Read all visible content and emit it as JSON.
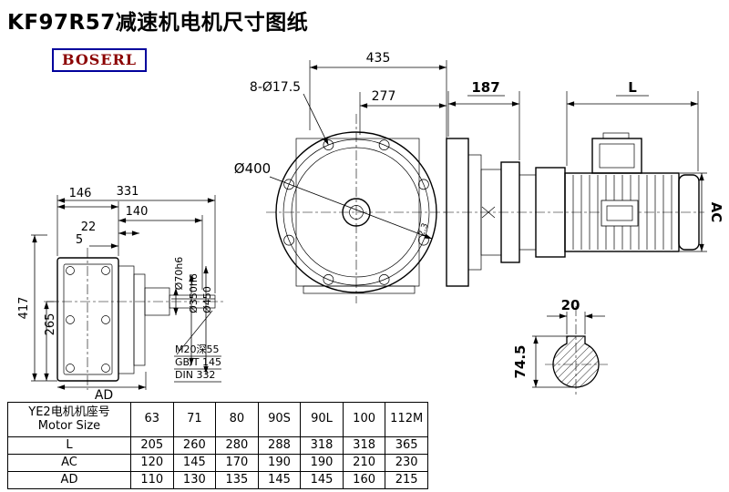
{
  "page": {
    "title": "KF97R57减速机电机尺寸图纸",
    "brand": "BOSERL"
  },
  "drawing": {
    "dim_435": "435",
    "dim_bolt_holes": "8-Ø17.5",
    "dim_277": "277",
    "dim_400": "Ø400",
    "dim_187": "187",
    "dim_L": "L",
    "dim_AC": "AC",
    "surface_mark": "2.3",
    "dim_146": "146",
    "dim_331": "331",
    "dim_140": "140",
    "dim_22": "22",
    "dim_5": "5",
    "dim_417": "417",
    "dim_265": "265",
    "dim_AD": "AD",
    "dim_shaft": "Ø70h6",
    "dim_spigot": "Ø350h6",
    "dim_flange": "Ø450",
    "thread_spec": "M20深55",
    "standard_gb": "GB/T 145",
    "standard_din": "DIN 332",
    "key_width": "20",
    "key_depth": "74.5"
  },
  "table": {
    "frame_label_cn": "YE2电机机座号",
    "frame_label_en": "Motor Size",
    "frame_sizes": [
      "63",
      "71",
      "80",
      "90S",
      "90L",
      "100",
      "112M"
    ],
    "rows": [
      {
        "label": "L",
        "values": [
          "205",
          "260",
          "280",
          "288",
          "318",
          "318",
          "365"
        ]
      },
      {
        "label": "AC",
        "values": [
          "120",
          "145",
          "170",
          "190",
          "190",
          "210",
          "230"
        ]
      },
      {
        "label": "AD",
        "values": [
          "110",
          "130",
          "135",
          "145",
          "145",
          "160",
          "215"
        ]
      }
    ]
  }
}
